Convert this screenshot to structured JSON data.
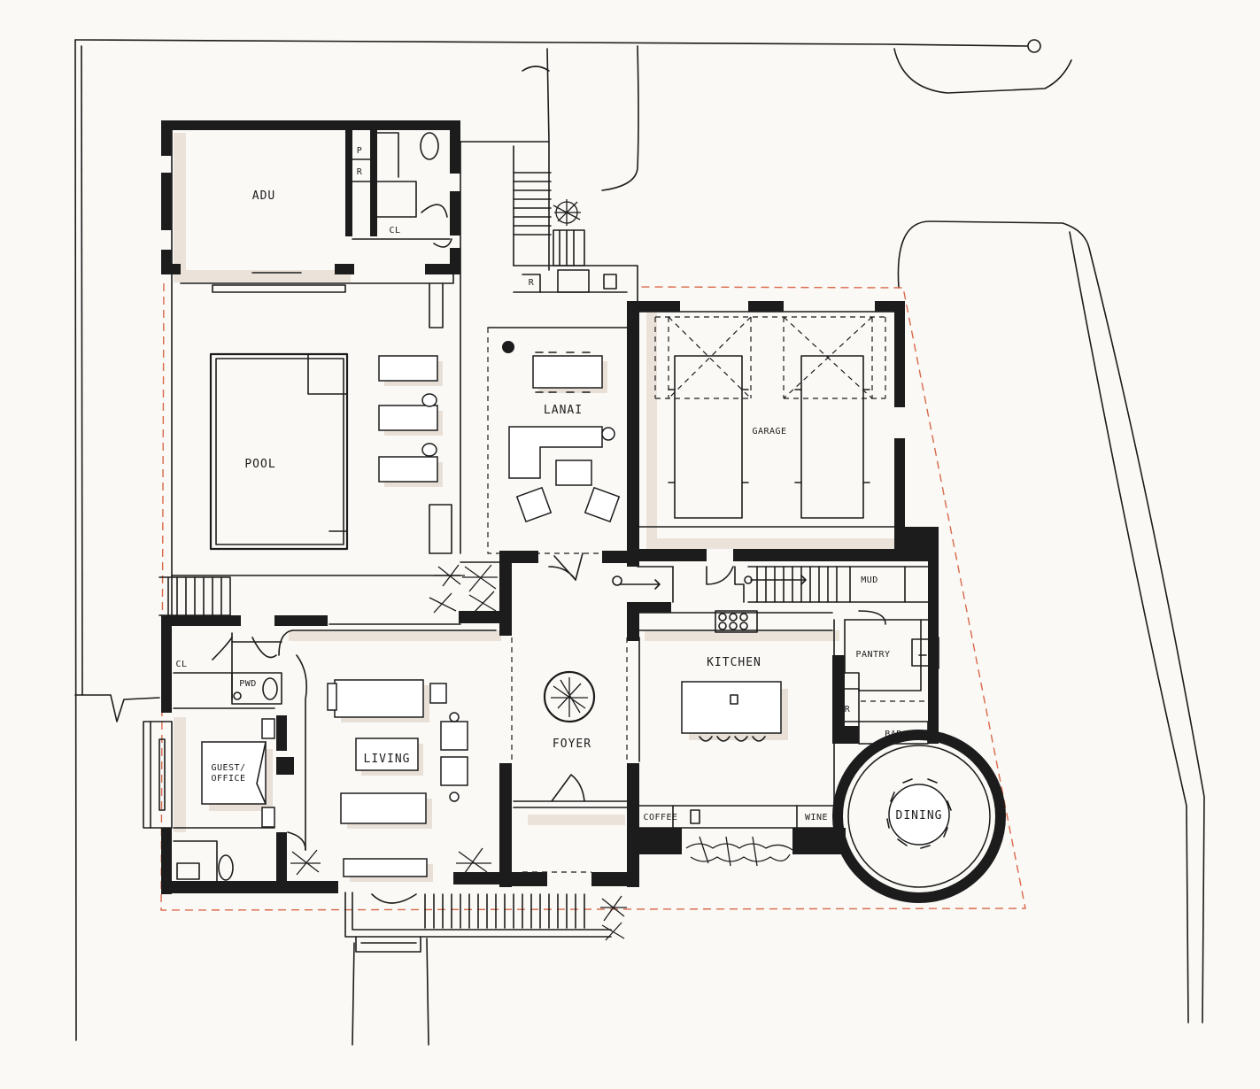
{
  "rooms": {
    "adu": "ADU",
    "p": "P",
    "r_adu": "R",
    "cl_adu": "CL",
    "pool": "POOL",
    "lanai": "LANAI",
    "r_lanai": "R",
    "garage": "GARAGE",
    "mud": "MUD",
    "kitchen": "KITCHEN",
    "pantry": "PANTRY",
    "r_kitchen": "R",
    "bar": "BAR",
    "foyer": "FOYER",
    "living": "LIVING",
    "cl_guest": "CL",
    "pwd": "PWD",
    "guest_line1": "GUEST/",
    "guest_line2": "OFFICE",
    "coffee": "COFFEE",
    "wine": "WINE",
    "dining": "DINING"
  }
}
